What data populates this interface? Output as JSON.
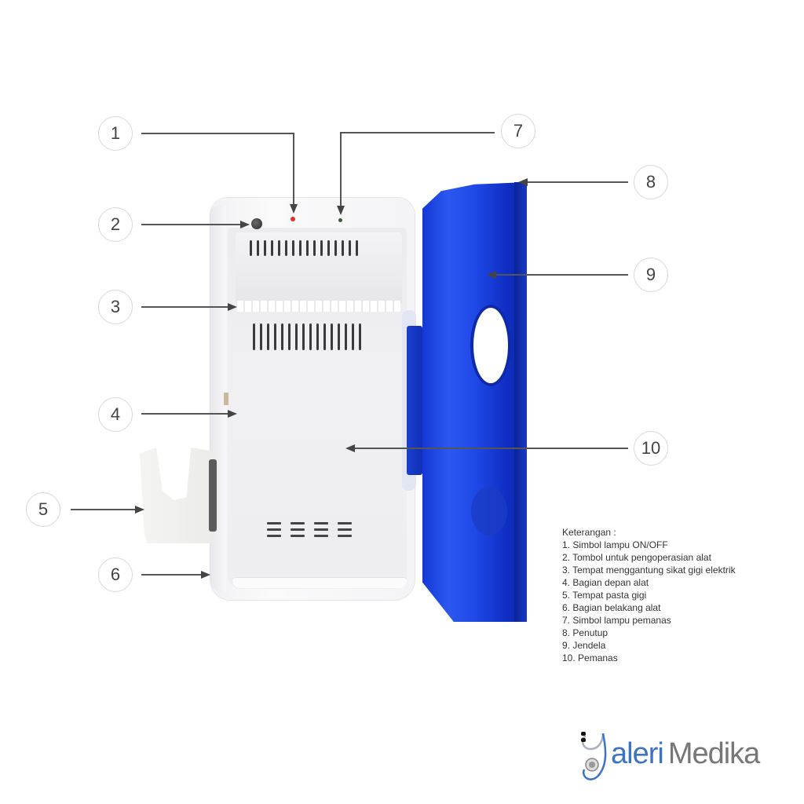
{
  "diagram": {
    "subject": "toothbrush sterilizer device, labeled parts",
    "callouts": [
      {
        "number": "1",
        "target": "ON/OFF indicator lamp (red LED)"
      },
      {
        "number": "2",
        "target": "operation button"
      },
      {
        "number": "3",
        "target": "electric toothbrush hanger rail"
      },
      {
        "number": "4",
        "target": "front part of device"
      },
      {
        "number": "5",
        "target": "toothpaste holder"
      },
      {
        "number": "6",
        "target": "back part of device"
      },
      {
        "number": "7",
        "target": "heater indicator lamp (green LED)"
      },
      {
        "number": "8",
        "target": "lid (cover)"
      },
      {
        "number": "9",
        "target": "window"
      },
      {
        "number": "10",
        "target": "heater"
      }
    ],
    "colors": {
      "lid_blue": "#1f49e8",
      "body_white": "#f2f2f4",
      "led_red": "#e23030",
      "led_green": "#3f5a3f",
      "leader_line": "#555555"
    }
  },
  "legend": {
    "title": "Keterangan :",
    "items": [
      "1. Simbol lampu ON/OFF",
      "2. Tombol untuk pengoperasian alat",
      "3. Tempat menggantung sikat gigi elektrik",
      "4. Bagian depan alat",
      "5. Tempat pasta gigi",
      "6. Bagian belakang alat",
      "7. Simbol lampu pemanas",
      "8. Penutup",
      "9. Jendela",
      "10. Pemanas"
    ]
  },
  "logo": {
    "part1": "aleri",
    "part2": "Medika",
    "icon": "stethoscope-g-icon",
    "color_primary": "#3d74c2",
    "color_secondary": "#777777"
  }
}
